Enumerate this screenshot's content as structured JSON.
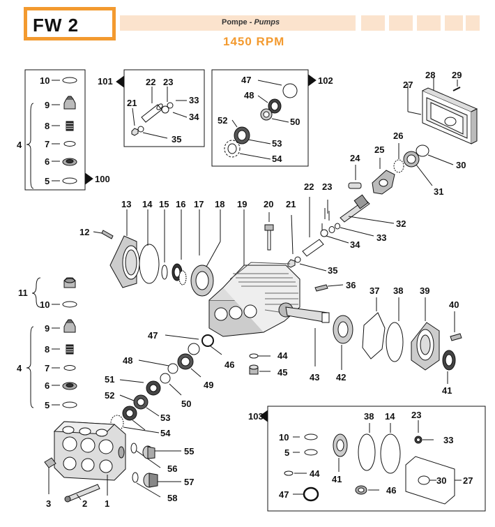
{
  "header": {
    "code": "FW 2",
    "section_it": "Pompe",
    "section_sep": " - ",
    "section_en": "Pumps",
    "speed": "1450 RPM",
    "accent_color": "#f39a2f",
    "band_color": "#fbe3cd"
  },
  "groups": {
    "g100": "100",
    "g101": "101",
    "g102": "102",
    "g103": "103"
  },
  "callouts": {
    "n1": "1",
    "n2": "2",
    "n3": "3",
    "n4": "4",
    "n5": "5",
    "n6": "6",
    "n7": "7",
    "n8": "8",
    "n9": "9",
    "n10": "10",
    "n11": "11",
    "n12": "12",
    "n13": "13",
    "n14": "14",
    "n15": "15",
    "n16": "16",
    "n17": "17",
    "n18": "18",
    "n19": "19",
    "n20": "20",
    "n21": "21",
    "n22": "22",
    "n23": "23",
    "n24": "24",
    "n25": "25",
    "n26": "26",
    "n27": "27",
    "n28": "28",
    "n29": "29",
    "n30": "30",
    "n31": "31",
    "n32": "32",
    "n33": "33",
    "n34": "34",
    "n35": "35",
    "n36": "36",
    "n37": "37",
    "n38": "38",
    "n39": "39",
    "n40": "40",
    "n41": "41",
    "n42": "42",
    "n43": "43",
    "n44": "44",
    "n45": "45",
    "n46": "46",
    "n47": "47",
    "n48": "48",
    "n49": "49",
    "n50": "50",
    "n51": "51",
    "n52": "52",
    "n53": "53",
    "n54": "54",
    "n55": "55",
    "n56": "56",
    "n57": "57",
    "n58": "58"
  }
}
